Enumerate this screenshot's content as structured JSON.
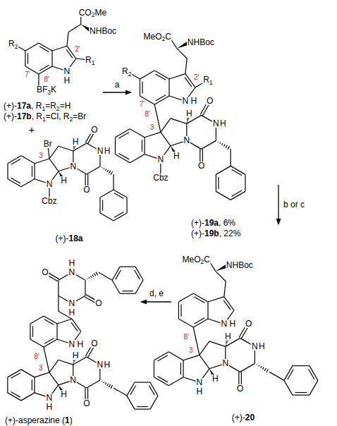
{
  "diagram": {
    "labels": [
      "CO2Me",
      "NHBoc",
      "R2",
      "2'",
      "R1",
      "7'",
      "8'",
      "N",
      "H",
      "BF3K",
      "(+)-17a, R1=R2=H",
      "(+)-17b, R1=Cl, R2=Br",
      "+",
      "Br",
      "3",
      "H",
      "O",
      "N",
      "H",
      "N",
      "H",
      "O",
      "N",
      "Cbz",
      "(+)-18a",
      "a",
      "MeO2C",
      "NHBoc",
      "2'",
      "R1",
      "R2",
      "7'",
      "N",
      "H",
      "8'",
      "3",
      "H",
      "O",
      "N",
      "H",
      "N",
      "H",
      "O",
      "N",
      "Cbz",
      "(+)-19a, 6%",
      "(+)-19b, 22%",
      "b or c",
      "MeO2C",
      "NHBoc",
      "N",
      "H",
      "8'",
      "3",
      "H",
      "O",
      "N",
      "H",
      "N",
      "H",
      "O",
      "N",
      "H",
      "(+)-20",
      "d, e",
      "O",
      "N",
      "H",
      "O",
      "N",
      "H",
      "N",
      "H",
      "8'",
      "3",
      "H",
      "O",
      "N",
      "H",
      "N",
      "H",
      "O",
      "N",
      "H",
      "(+)-asperazine (1)"
    ]
  }
}
